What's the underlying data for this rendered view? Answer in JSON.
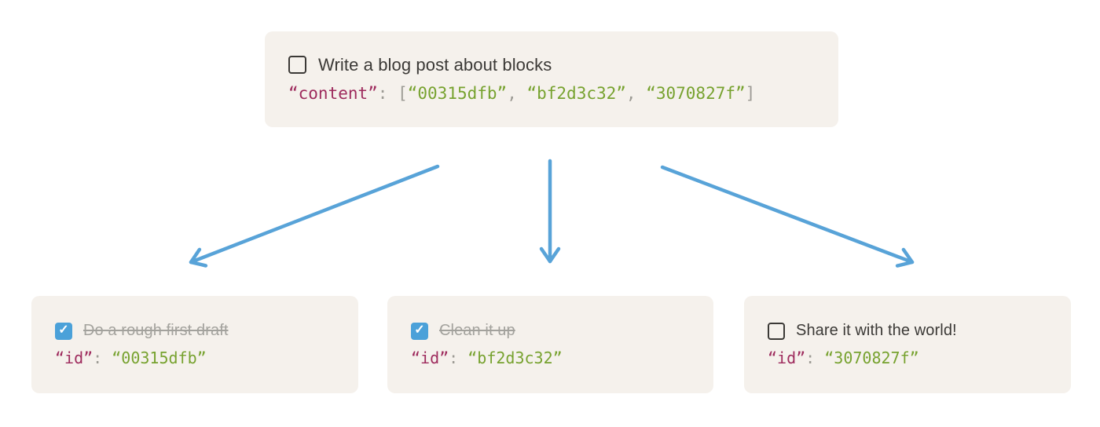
{
  "colors": {
    "page_bg": "#ffffff",
    "card_bg": "#f5f1ec",
    "text_dark": "#3b3936",
    "text_done": "#a3a29d",
    "code_key": "#9e2b5d",
    "code_string": "#77a22f",
    "code_punct": "#9d9b95",
    "accent_blue": "#4ba1d9",
    "arrow_blue": "#58a3d8",
    "checkbox_border": "#3b3936"
  },
  "icons": {
    "check_glyph": "✓"
  },
  "syntax": {
    "colon_space": ": ",
    "comma_space": ", ",
    "open_bracket": "[",
    "close_bracket": "]"
  },
  "parent_card": {
    "label": "Write a blog post about blocks",
    "checked": false,
    "code_key": "“content”",
    "content_ids": [
      "“00315dfb”",
      "“bf2d3c32”",
      "“3070827f”"
    ]
  },
  "child_cards": [
    {
      "label": "Do a rough first draft",
      "checked": true,
      "code_key": "“id”",
      "id_value": "“00315dfb”"
    },
    {
      "label": "Clean it up",
      "checked": true,
      "code_key": "“id”",
      "id_value": "“bf2d3c32”"
    },
    {
      "label": "Share it with the world!",
      "checked": false,
      "code_key": "“id”",
      "id_value": "“3070827f”"
    }
  ]
}
